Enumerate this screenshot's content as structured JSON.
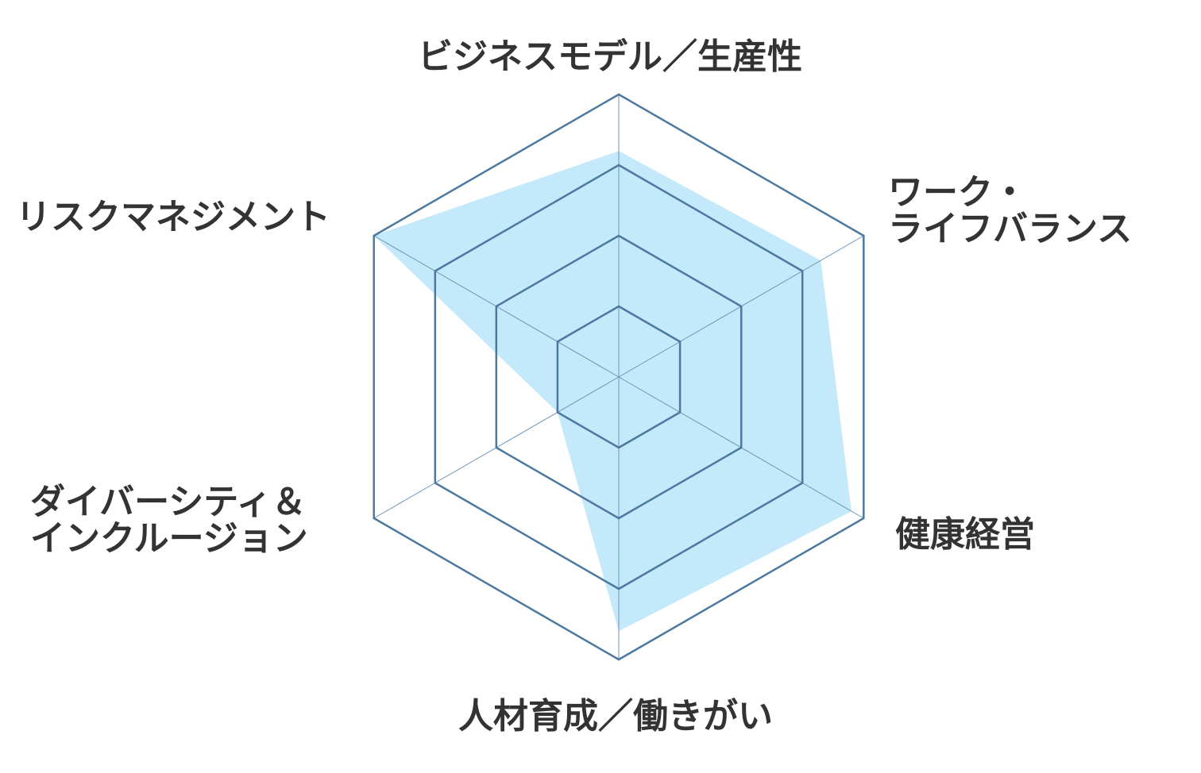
{
  "chart_data": {
    "type": "radar",
    "axes": [
      [
        "ビジネスモデル／生産性"
      ],
      [
        "ワーク・",
        "ライフバランス"
      ],
      [
        "健康経営"
      ],
      [
        "人材育成／働きがい"
      ],
      [
        "ダイバーシティ＆",
        "インクルージョン"
      ],
      [
        "リスクマネジメント"
      ]
    ],
    "values": [
      3.2,
      3.3,
      3.8,
      3.6,
      1.0,
      4.0
    ],
    "max": 4,
    "rings": 4,
    "grid": true,
    "colors": {
      "fill": "#c3e9fb",
      "grid": "#4d79a1",
      "spoke": "#6f95b8",
      "label": "#333333"
    }
  }
}
